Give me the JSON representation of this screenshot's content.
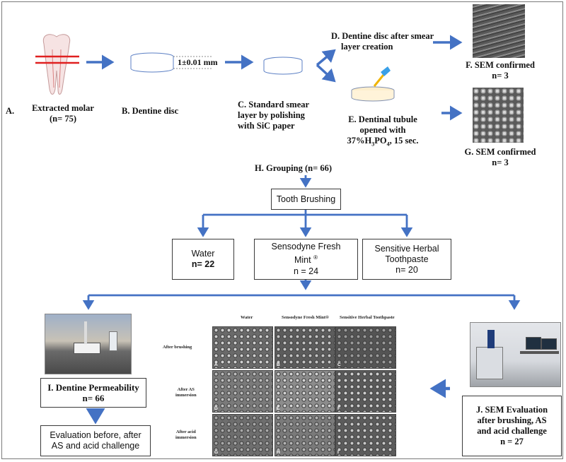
{
  "steps": {
    "a": {
      "letter": "A.",
      "line1": "Extracted  molar",
      "line2": "(n= 75)"
    },
    "b": {
      "label": "B. Dentine disc",
      "thickness": "1±0.01 mm"
    },
    "c": {
      "line1": "C. Standard  smear",
      "line2": "layer by polishing",
      "line3": "with SiC paper"
    },
    "d": {
      "line1": "D. Dentine disc after smear",
      "line2": "layer creation"
    },
    "e": {
      "line1": "E. Dentinal tubule",
      "line2": "opened  with",
      "line3_pre": "37%H",
      "sub1": "3",
      "mid": "PO",
      "sub2": "4",
      "line3_post": ", 15 sec."
    },
    "f": {
      "line1": "F.  SEM  confirmed",
      "line2": "n= 3"
    },
    "g": {
      "line1": "G.  SEM  confirmed",
      "line2": "n= 3"
    },
    "h": {
      "label": "H. Grouping  (n= 66)"
    }
  },
  "groups": {
    "brushing": "Tooth Brushing",
    "water": {
      "name": "Water",
      "n": "n= 22"
    },
    "sensodyne": {
      "name": "Sensodyne Fresh",
      "name2": "Mint",
      "mark": "®",
      "n": "n = 24"
    },
    "herbal": {
      "name": "Sensitive Herbal",
      "name2": "Toothpaste",
      "n": "n= 20"
    }
  },
  "permeability": {
    "title": "I. Dentine Permeability",
    "n": "n= 66"
  },
  "evaluation": {
    "line1": "Evaluation before, after",
    "line2": "AS and acid challenge"
  },
  "sem_eval": {
    "line1": "J. SEM Evaluation",
    "line2": "after brushing, AS",
    "line3": "and acid challenge",
    "n": "n = 27"
  },
  "sem_figure": {
    "columns": [
      "Water",
      "Sensodyne Fresh Mint®",
      "Sensitive Herbal Toothpaste"
    ],
    "rows": [
      {
        "l1": "After brushing",
        "l2": ""
      },
      {
        "l1": "After AS",
        "l2": "immersion"
      },
      {
        "l1": "After acid",
        "l2": "immersion"
      }
    ],
    "letters": [
      "A",
      "B",
      "C",
      "D",
      "E",
      "F",
      "G",
      "H",
      "I"
    ]
  },
  "colors": {
    "arrow": "#4472c4",
    "box_border": "#3a3a3a"
  }
}
